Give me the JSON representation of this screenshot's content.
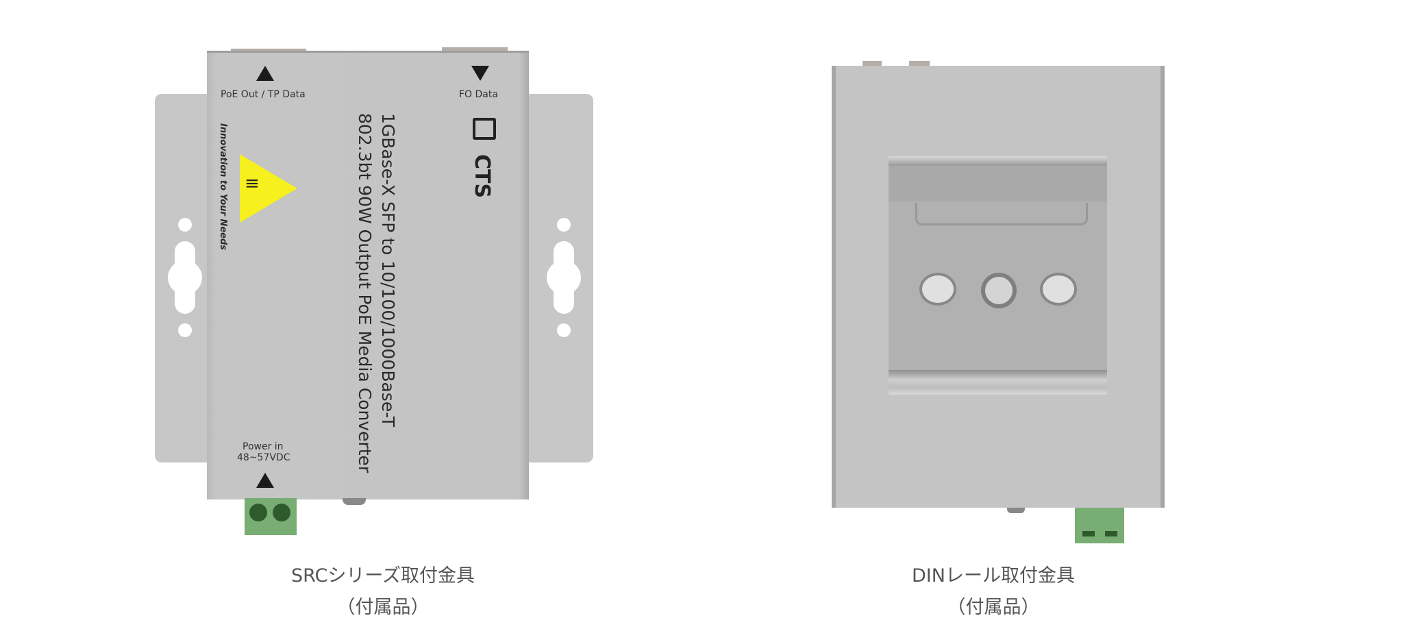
{
  "left_product": {
    "labels": {
      "poe_out": "PoE Out / TP Data",
      "fo_data": "FO Data",
      "power_in": "Power in",
      "voltage": "48~57VDC",
      "slogan": "Innovation to Your Needs",
      "brand": "CTS",
      "title_line1": "1GBase-X SFP to 10/100/1000Base-T",
      "title_line2": "802.3bt 90W Output PoE Media Converter"
    },
    "caption_line1": "SRCシリーズ取付金具",
    "caption_line2": "（付属品）"
  },
  "right_product": {
    "caption_line1": "DINレール取付金具",
    "caption_line2": "（付属品）"
  },
  "colors": {
    "warning_yellow": "#f5f01e",
    "terminal_green": "#78ad73",
    "caption_text": "#555555"
  }
}
